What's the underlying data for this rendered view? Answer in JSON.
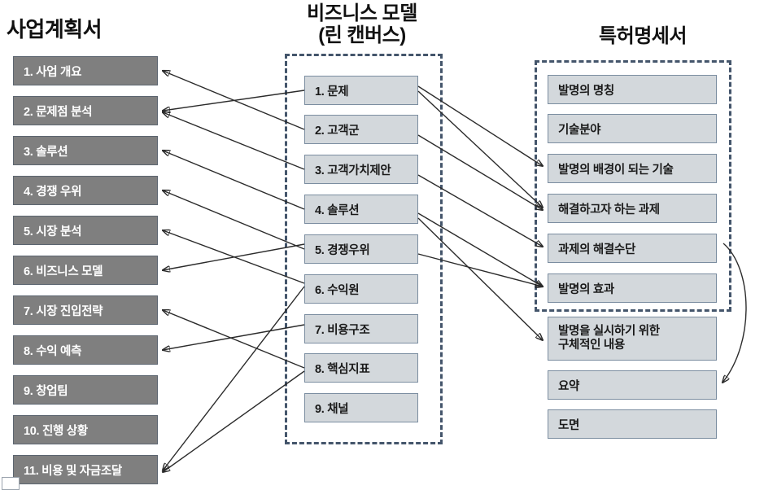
{
  "diagram": {
    "title_business_plan": "사업계획서",
    "title_lean_canvas": "비즈니스 모델\n(린 캔버스)",
    "title_patent": "특허명세서"
  },
  "business_plan": {
    "items": [
      {
        "label": "1. 사업 개요"
      },
      {
        "label": "2. 문제점 분석"
      },
      {
        "label": "3. 솔루션"
      },
      {
        "label": "4. 경쟁 우위"
      },
      {
        "label": "5. 시장 분석"
      },
      {
        "label": "6. 비즈니스 모델"
      },
      {
        "label": "7. 시장 진입전략"
      },
      {
        "label": "8. 수익 예측"
      },
      {
        "label": "9. 창업팀"
      },
      {
        "label": "10. 진행 상황"
      },
      {
        "label": "11. 비용 및 자금조달"
      }
    ]
  },
  "lean_canvas": {
    "items": [
      {
        "label": "1. 문제"
      },
      {
        "label": "2. 고객군"
      },
      {
        "label": "3. 고객가치제안"
      },
      {
        "label": "4. 솔루션"
      },
      {
        "label": "5. 경쟁우위"
      },
      {
        "label": "6. 수익원"
      },
      {
        "label": "7. 비용구조"
      },
      {
        "label": "8. 핵심지표"
      },
      {
        "label": "9. 채널"
      }
    ]
  },
  "patent_spec": {
    "items": [
      {
        "label": "발명의 명칭"
      },
      {
        "label": "기술분야"
      },
      {
        "label": "발명의 배경이 되는 기술"
      },
      {
        "label": "해결하고자 하는 과제"
      },
      {
        "label": "과제의 해결수단"
      },
      {
        "label": "발명의 효과"
      },
      {
        "label": "발명을 실시하기 위한\n구체적인 내용"
      },
      {
        "label": "요약"
      },
      {
        "label": "도면"
      }
    ]
  },
  "colors": {
    "left_box_fill": "#7f7f7f",
    "left_box_text": "#ffffff",
    "grey_box_fill": "#d3d8dc",
    "grey_box_border": "#7b8da0",
    "dashed_frame": "#44556b",
    "arrow": "#2b2b2b",
    "title_text": "#111111",
    "background": "#ffffff"
  }
}
